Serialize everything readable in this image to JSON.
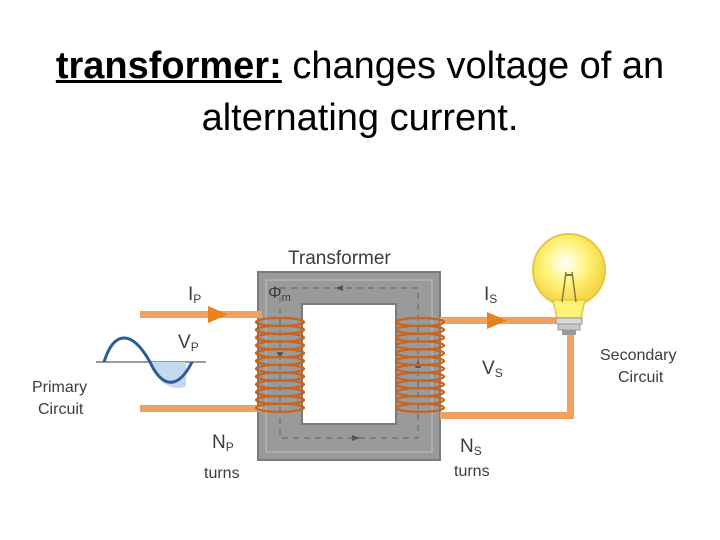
{
  "title": {
    "term": "transformer:",
    "line1_rest": " changes voltage of an",
    "line2": "alternating current."
  },
  "diagram": {
    "heading": "Transformer",
    "flux_symbol": "Φ",
    "flux_sub": "m",
    "ip_main": "I",
    "ip_sub": "P",
    "vp_main": "V",
    "vp_sub": "P",
    "is_main": "I",
    "is_sub": "S",
    "vs_main": "V",
    "vs_sub": "S",
    "np_main": "N",
    "np_sub": "P",
    "ns_main": "N",
    "ns_sub": "S",
    "turns_primary": "turns",
    "turns_secondary": "turns",
    "primary_line1": "Primary",
    "primary_line2": "Circuit",
    "secondary_line1": "Secondary",
    "secondary_line2": "Circuit"
  },
  "colors": {
    "wire": "#f0a060",
    "coil": "#c8641e",
    "core": "#9a9a9a",
    "bulb": "#fff27a",
    "sine": "#2b5c9c"
  }
}
